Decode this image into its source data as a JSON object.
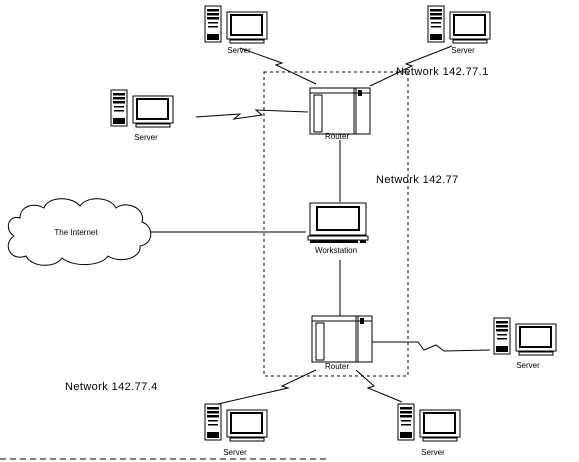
{
  "network_labels": {
    "upper": "Network 142.77.1",
    "middle": "Network 142.77",
    "lower": "Network 142.77.4"
  },
  "nodes": {
    "server_top_left": "Server",
    "server_top_right": "Server",
    "server_mid_left": "Server",
    "server_right": "Server",
    "server_bottom_left": "Server",
    "server_bottom_right": "Server",
    "router_top": "Router",
    "router_bottom": "Router",
    "workstation": "Workstation",
    "internet": "The Internet"
  }
}
